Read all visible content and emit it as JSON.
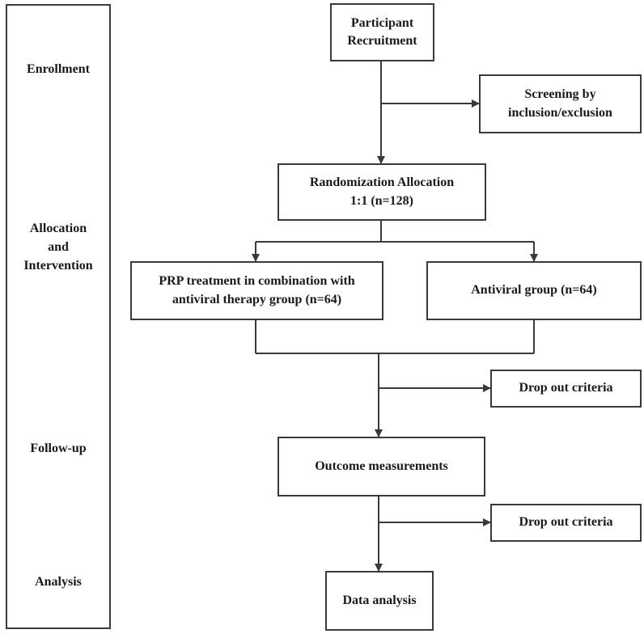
{
  "phases": {
    "enrollment": "Enrollment",
    "allocation": "Allocation\nand\nIntervention",
    "followup": "Follow-up",
    "analysis": "Analysis"
  },
  "nodes": {
    "recruitment": "Participant\nRecruitment",
    "screening": "Screening by\ninclusion/exclusion",
    "randomization": "Randomization Allocation\n1:1 (n=128)",
    "prp_group": "PRP treatment in combination with\nantiviral therapy group (n=64)",
    "antiviral_group": "Antiviral group (n=64)",
    "dropout_1": "Drop out criteria",
    "outcome": "Outcome measurements",
    "dropout_2": "Drop out criteria",
    "data_analysis": "Data analysis"
  },
  "colors": {
    "line": "#3a3a3a",
    "text": "#1a1a1a",
    "background": "#ffffff"
  }
}
